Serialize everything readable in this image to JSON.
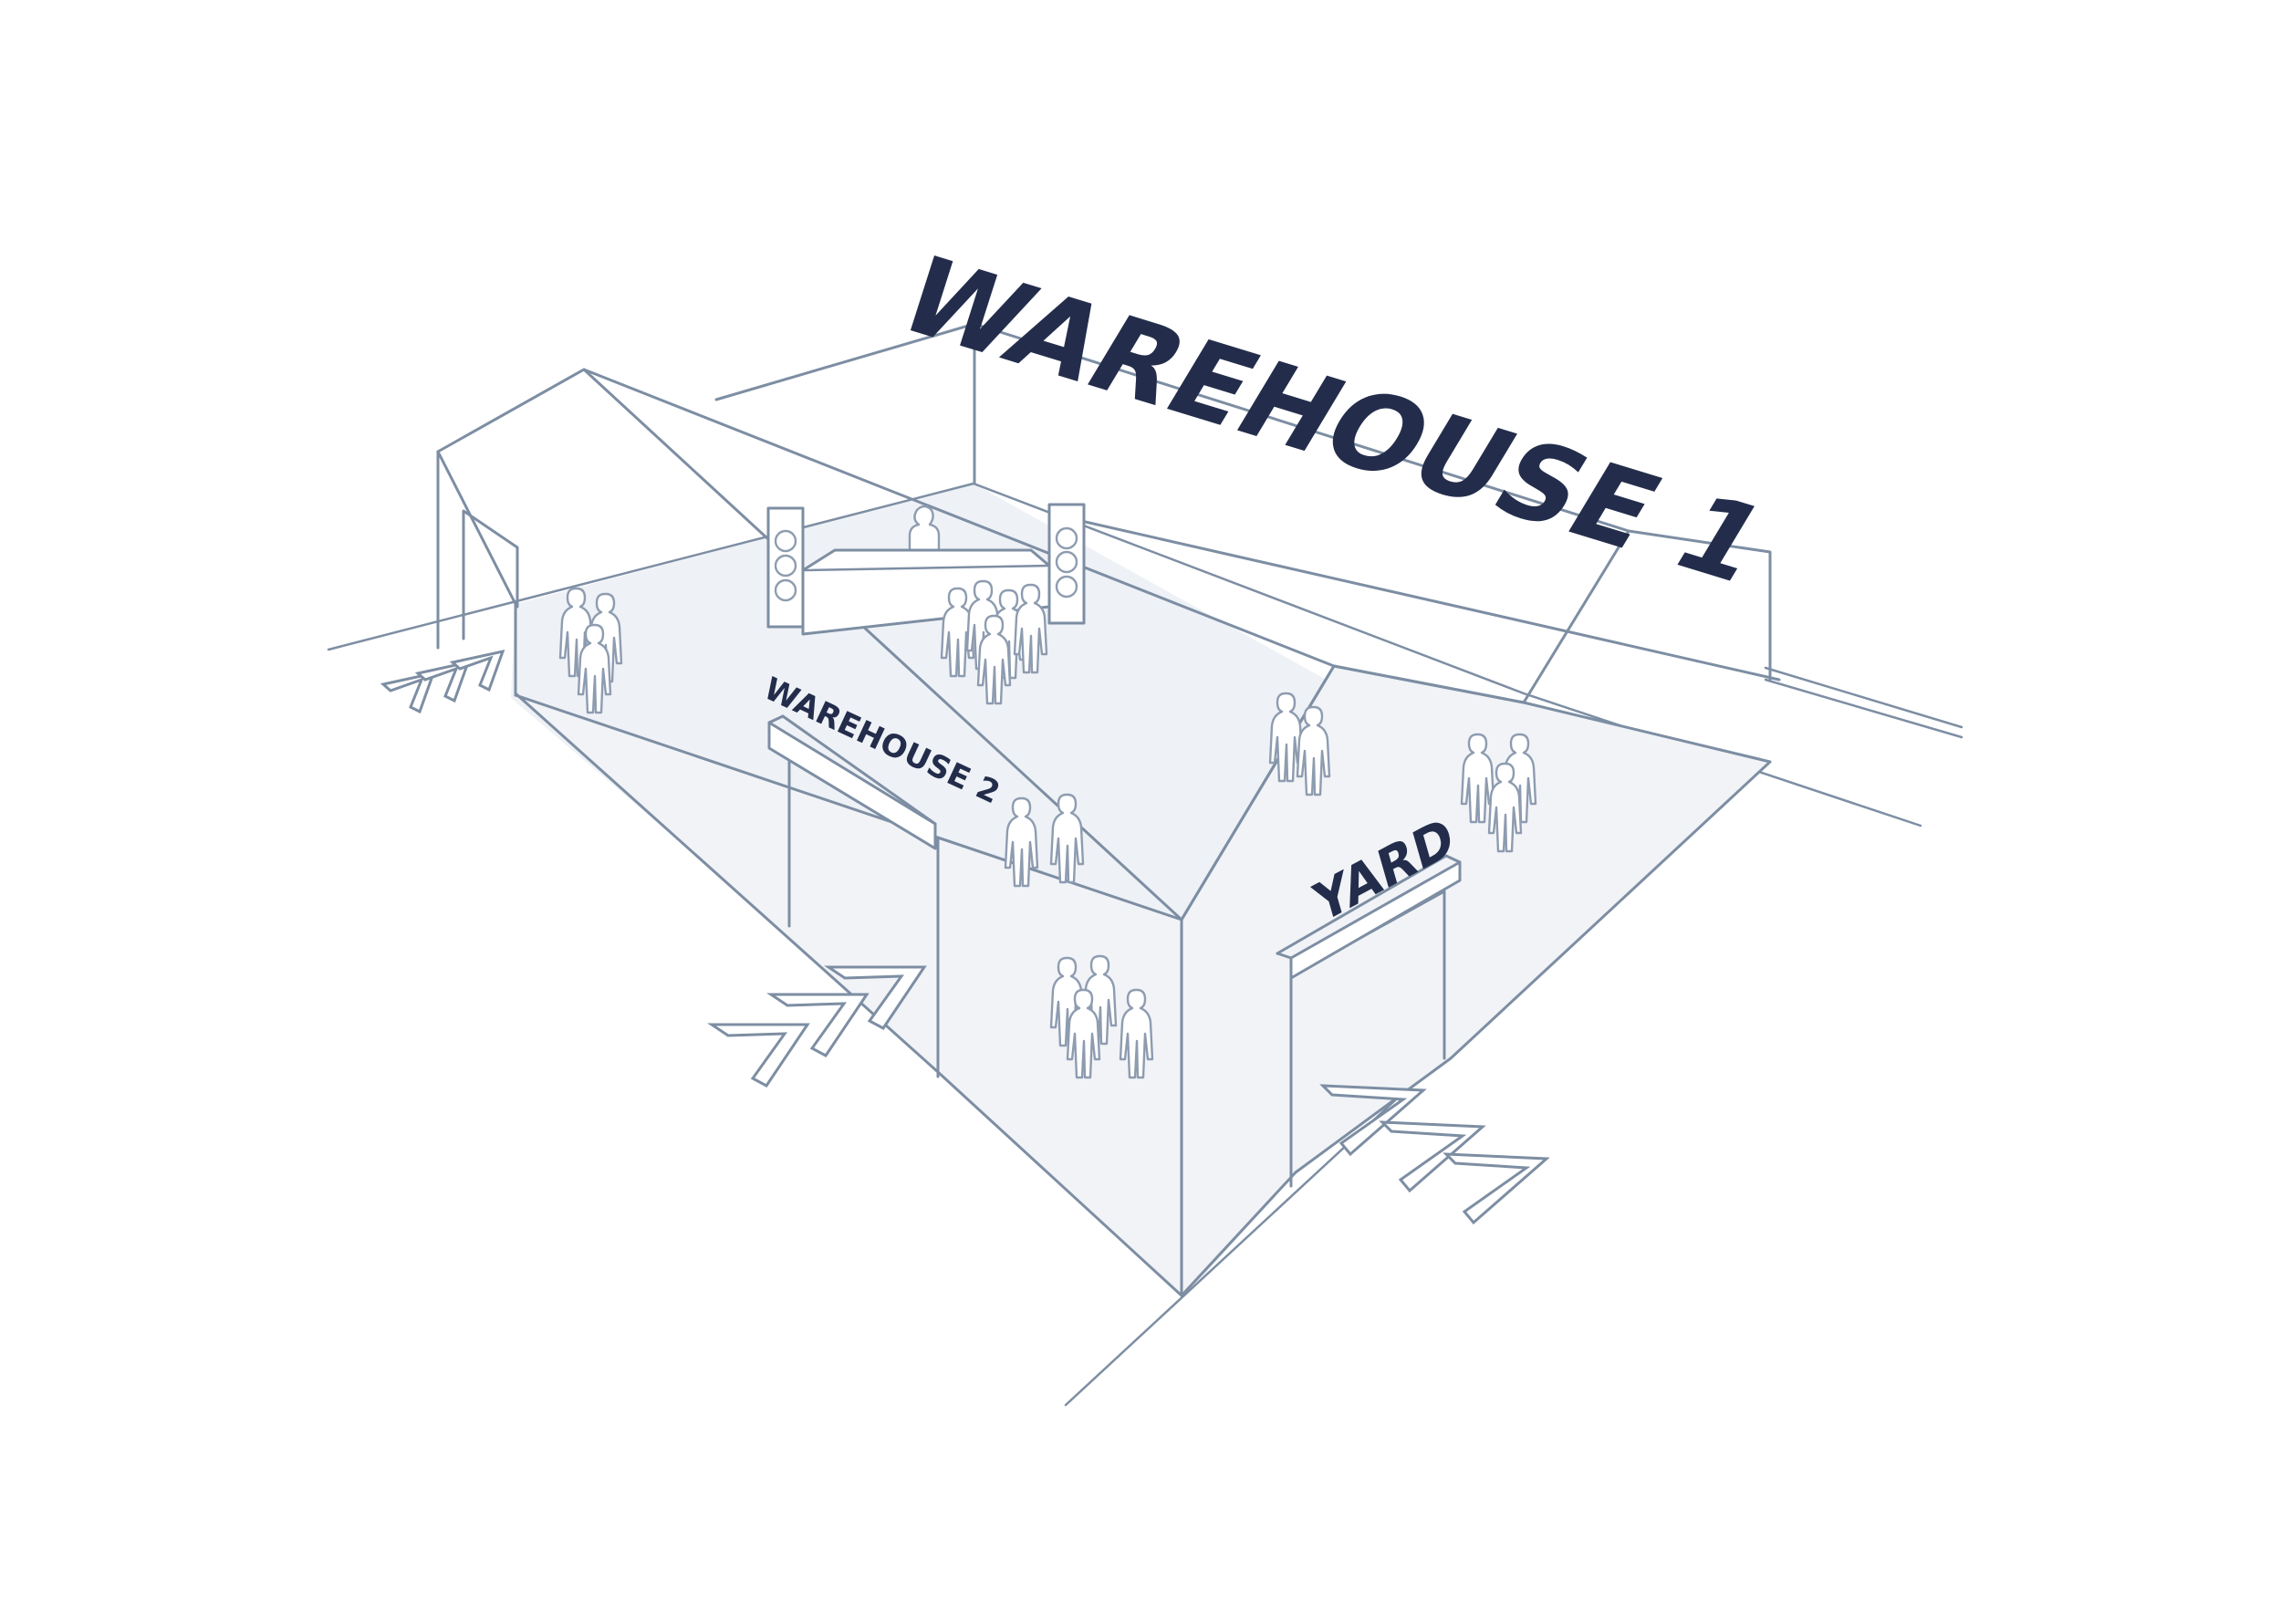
{
  "labels": {
    "warehouse_1": "WAREHOUSE 1",
    "warehouse_2": "WAREHOUSE 2",
    "yard": "YARD"
  },
  "colors": {
    "text": "#232d4b",
    "line": "#7d8ea3",
    "floor": "#eef1f6",
    "background": "#ffffff"
  }
}
